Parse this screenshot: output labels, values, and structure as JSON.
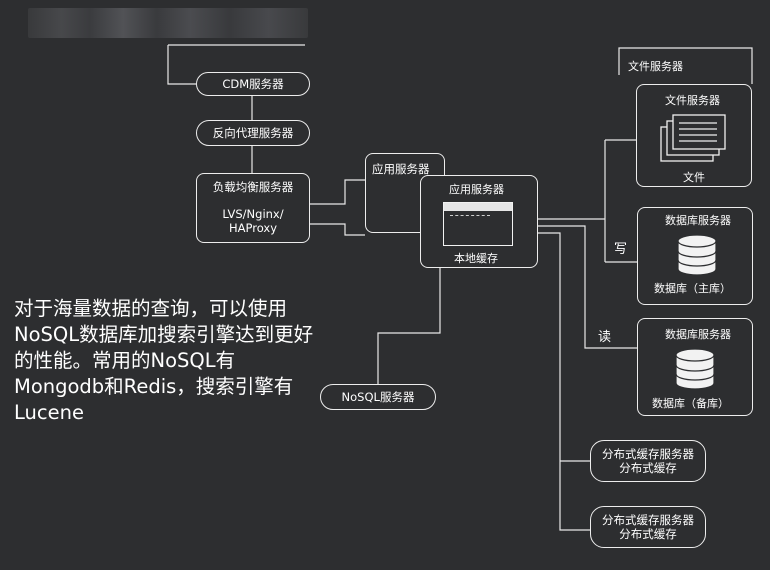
{
  "header": {
    "blurred_title": ""
  },
  "nodes": {
    "cdn": "CDM服务器",
    "reverse_proxy": "反向代理服务器",
    "load_balancer": {
      "title": "负载均衡服务器",
      "line1": "LVS/Nginx/",
      "line2": "HAProxy"
    },
    "app_server_back": "应用服务器",
    "app_server_front": "应用服务器",
    "local_cache": "本地缓存",
    "nosql_server": "NoSQL服务器",
    "file_server_outer": "文件服务器",
    "file_server_inner": "文件服务器",
    "file_label": "文件",
    "db_master_group": "数据库服务器",
    "db_master_label": "数据库（主库）",
    "db_slave_group": "数据库服务器",
    "db_slave_label": "数据库（备库）",
    "dist_cache_1": {
      "line1": "分布式缓存服务器",
      "line2": "分布式缓存"
    },
    "dist_cache_2": {
      "line1": "分布式缓存服务器",
      "line2": "分布式缓存"
    }
  },
  "edge_labels": {
    "write": "写",
    "read": "读"
  },
  "caption": "对于海量数据的查询，可以使用NoSQL数据库加搜索引擎达到更好的性能。常用的NoSQL有Mongodb和Redis，搜索引擎有Lucene",
  "colors": {
    "background": "#2d2e30",
    "stroke": "#ededed",
    "text": "#ffffff"
  }
}
